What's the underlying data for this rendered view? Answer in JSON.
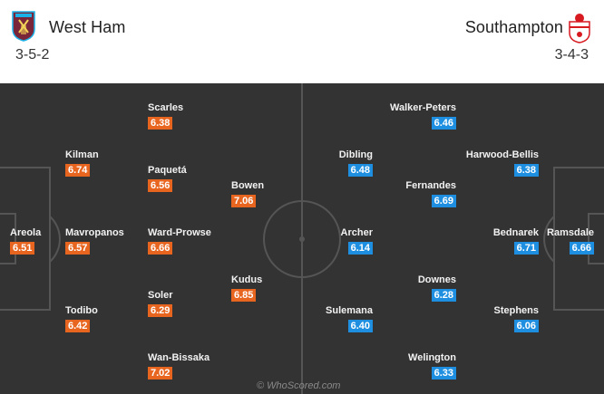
{
  "home": {
    "name": "West Ham",
    "formation": "3-5-2",
    "crest_icon": "west-ham-crest",
    "color": "#e8651f",
    "players": [
      {
        "name": "Areola",
        "rating": "6.51"
      },
      {
        "name": "Kilman",
        "rating": "6.74"
      },
      {
        "name": "Mavropanos",
        "rating": "6.57"
      },
      {
        "name": "Todibo",
        "rating": "6.42"
      },
      {
        "name": "Scarles",
        "rating": "6.38"
      },
      {
        "name": "Paquetá",
        "rating": "6.56"
      },
      {
        "name": "Ward-Prowse",
        "rating": "6.66"
      },
      {
        "name": "Soler",
        "rating": "6.29"
      },
      {
        "name": "Wan-Bissaka",
        "rating": "7.02"
      },
      {
        "name": "Bowen",
        "rating": "7.06"
      },
      {
        "name": "Kudus",
        "rating": "6.85"
      }
    ]
  },
  "away": {
    "name": "Southampton",
    "formation": "3-4-3",
    "crest_icon": "southampton-crest",
    "color": "#1e8fe0",
    "players": [
      {
        "name": "Walker-Peters",
        "rating": "6.46"
      },
      {
        "name": "Dibling",
        "rating": "6.48"
      },
      {
        "name": "Archer",
        "rating": "6.14"
      },
      {
        "name": "Sulemana",
        "rating": "6.40"
      },
      {
        "name": "Fernandes",
        "rating": "6.69"
      },
      {
        "name": "Downes",
        "rating": "6.28"
      },
      {
        "name": "Welington",
        "rating": "6.33"
      },
      {
        "name": "Harwood-Bellis",
        "rating": "6.38"
      },
      {
        "name": "Bednarek",
        "rating": "6.71"
      },
      {
        "name": "Stephens",
        "rating": "6.06"
      },
      {
        "name": "Ramsdale",
        "rating": "6.66"
      }
    ]
  },
  "watermark": "© WhoScored.com"
}
